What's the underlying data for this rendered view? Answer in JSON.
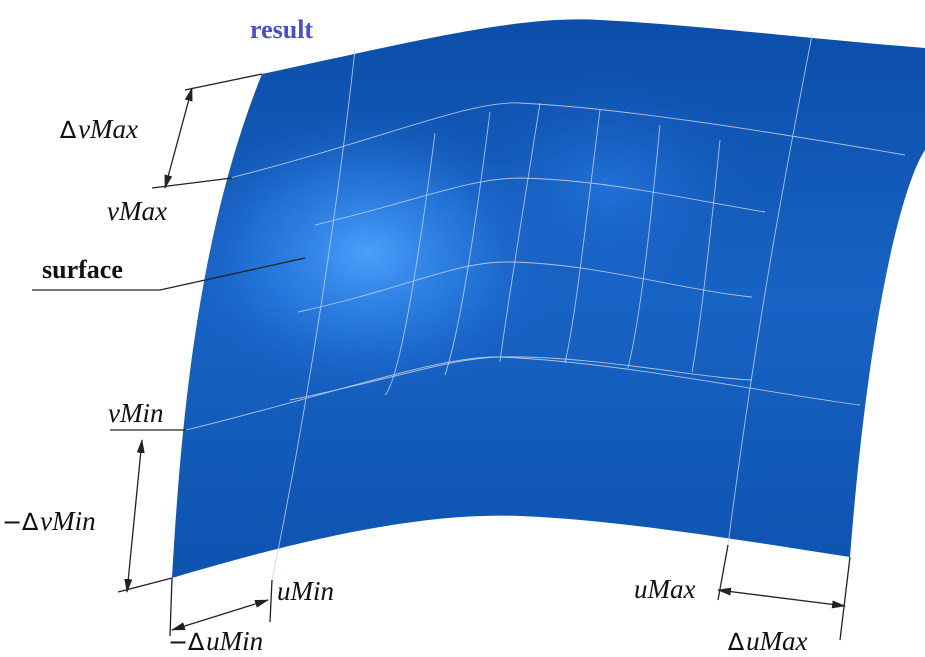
{
  "colors": {
    "surface_dark": "#0a4aa6",
    "surface_mid": "#1a62c8",
    "surface_light": "#3f95f2",
    "result_label": "#4a4fd0",
    "grid_line": "#c9d4e6",
    "dimension_line": "#222222"
  },
  "labels": {
    "result": "result",
    "surface": "surface",
    "v_max": "vMax",
    "v_min": "vMin",
    "u_min": "uMin",
    "u_max": "uMax",
    "delta_v_max": {
      "symbol": "∆",
      "text": "vMax"
    },
    "minus_delta_v_min": {
      "symbol": "−∆",
      "text": "vMin"
    },
    "minus_delta_u_min": {
      "symbol": "−∆",
      "text": "uMin"
    },
    "delta_u_max": {
      "symbol": "∆",
      "text": "uMax"
    }
  }
}
